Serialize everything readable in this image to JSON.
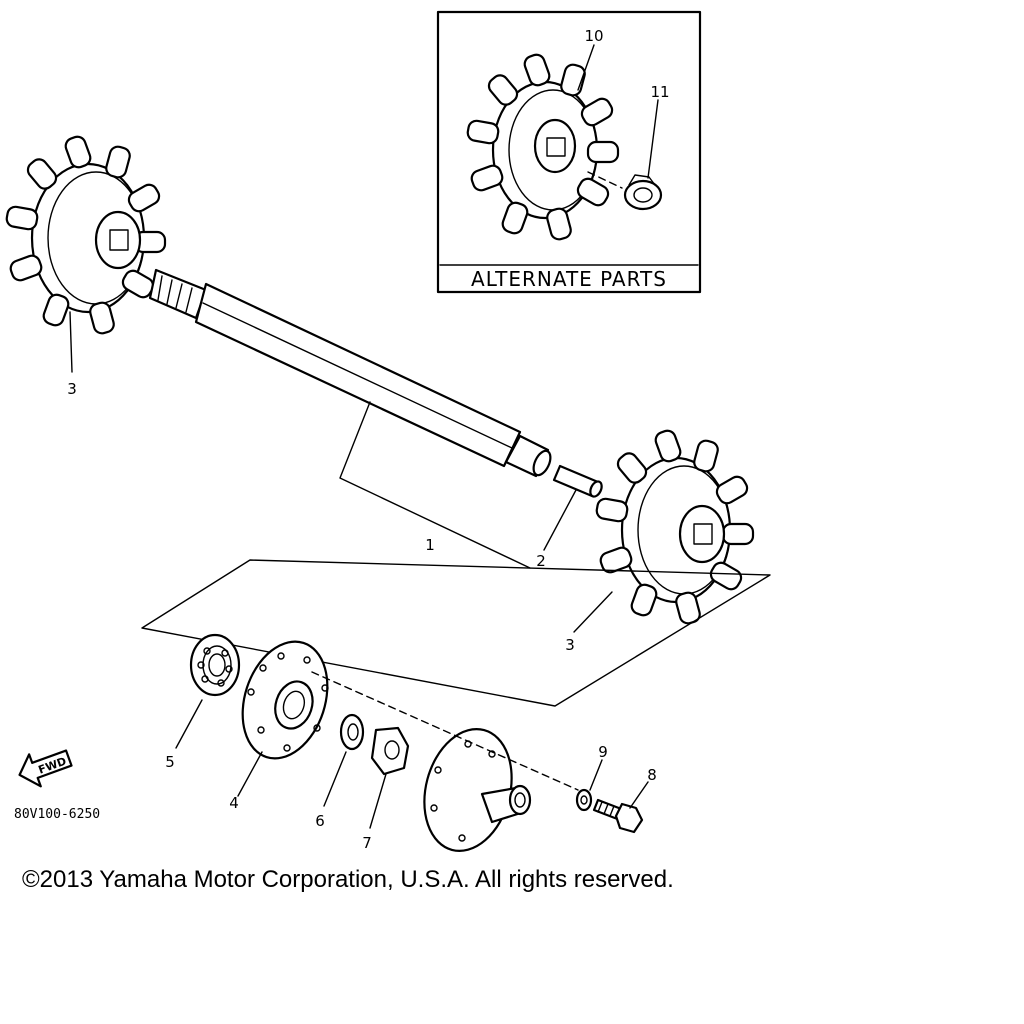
{
  "diagram": {
    "inset_label": "ALTERNATE PARTS",
    "drawing_code": "80V100-6250",
    "fwd_label": "FWD",
    "callouts": [
      "1",
      "2",
      "3",
      "3",
      "4",
      "5",
      "6",
      "7",
      "8",
      "9",
      "10",
      "11"
    ]
  },
  "footer": {
    "copyright": "©2013 Yamaha Motor Corporation, U.S.A. All rights reserved."
  }
}
